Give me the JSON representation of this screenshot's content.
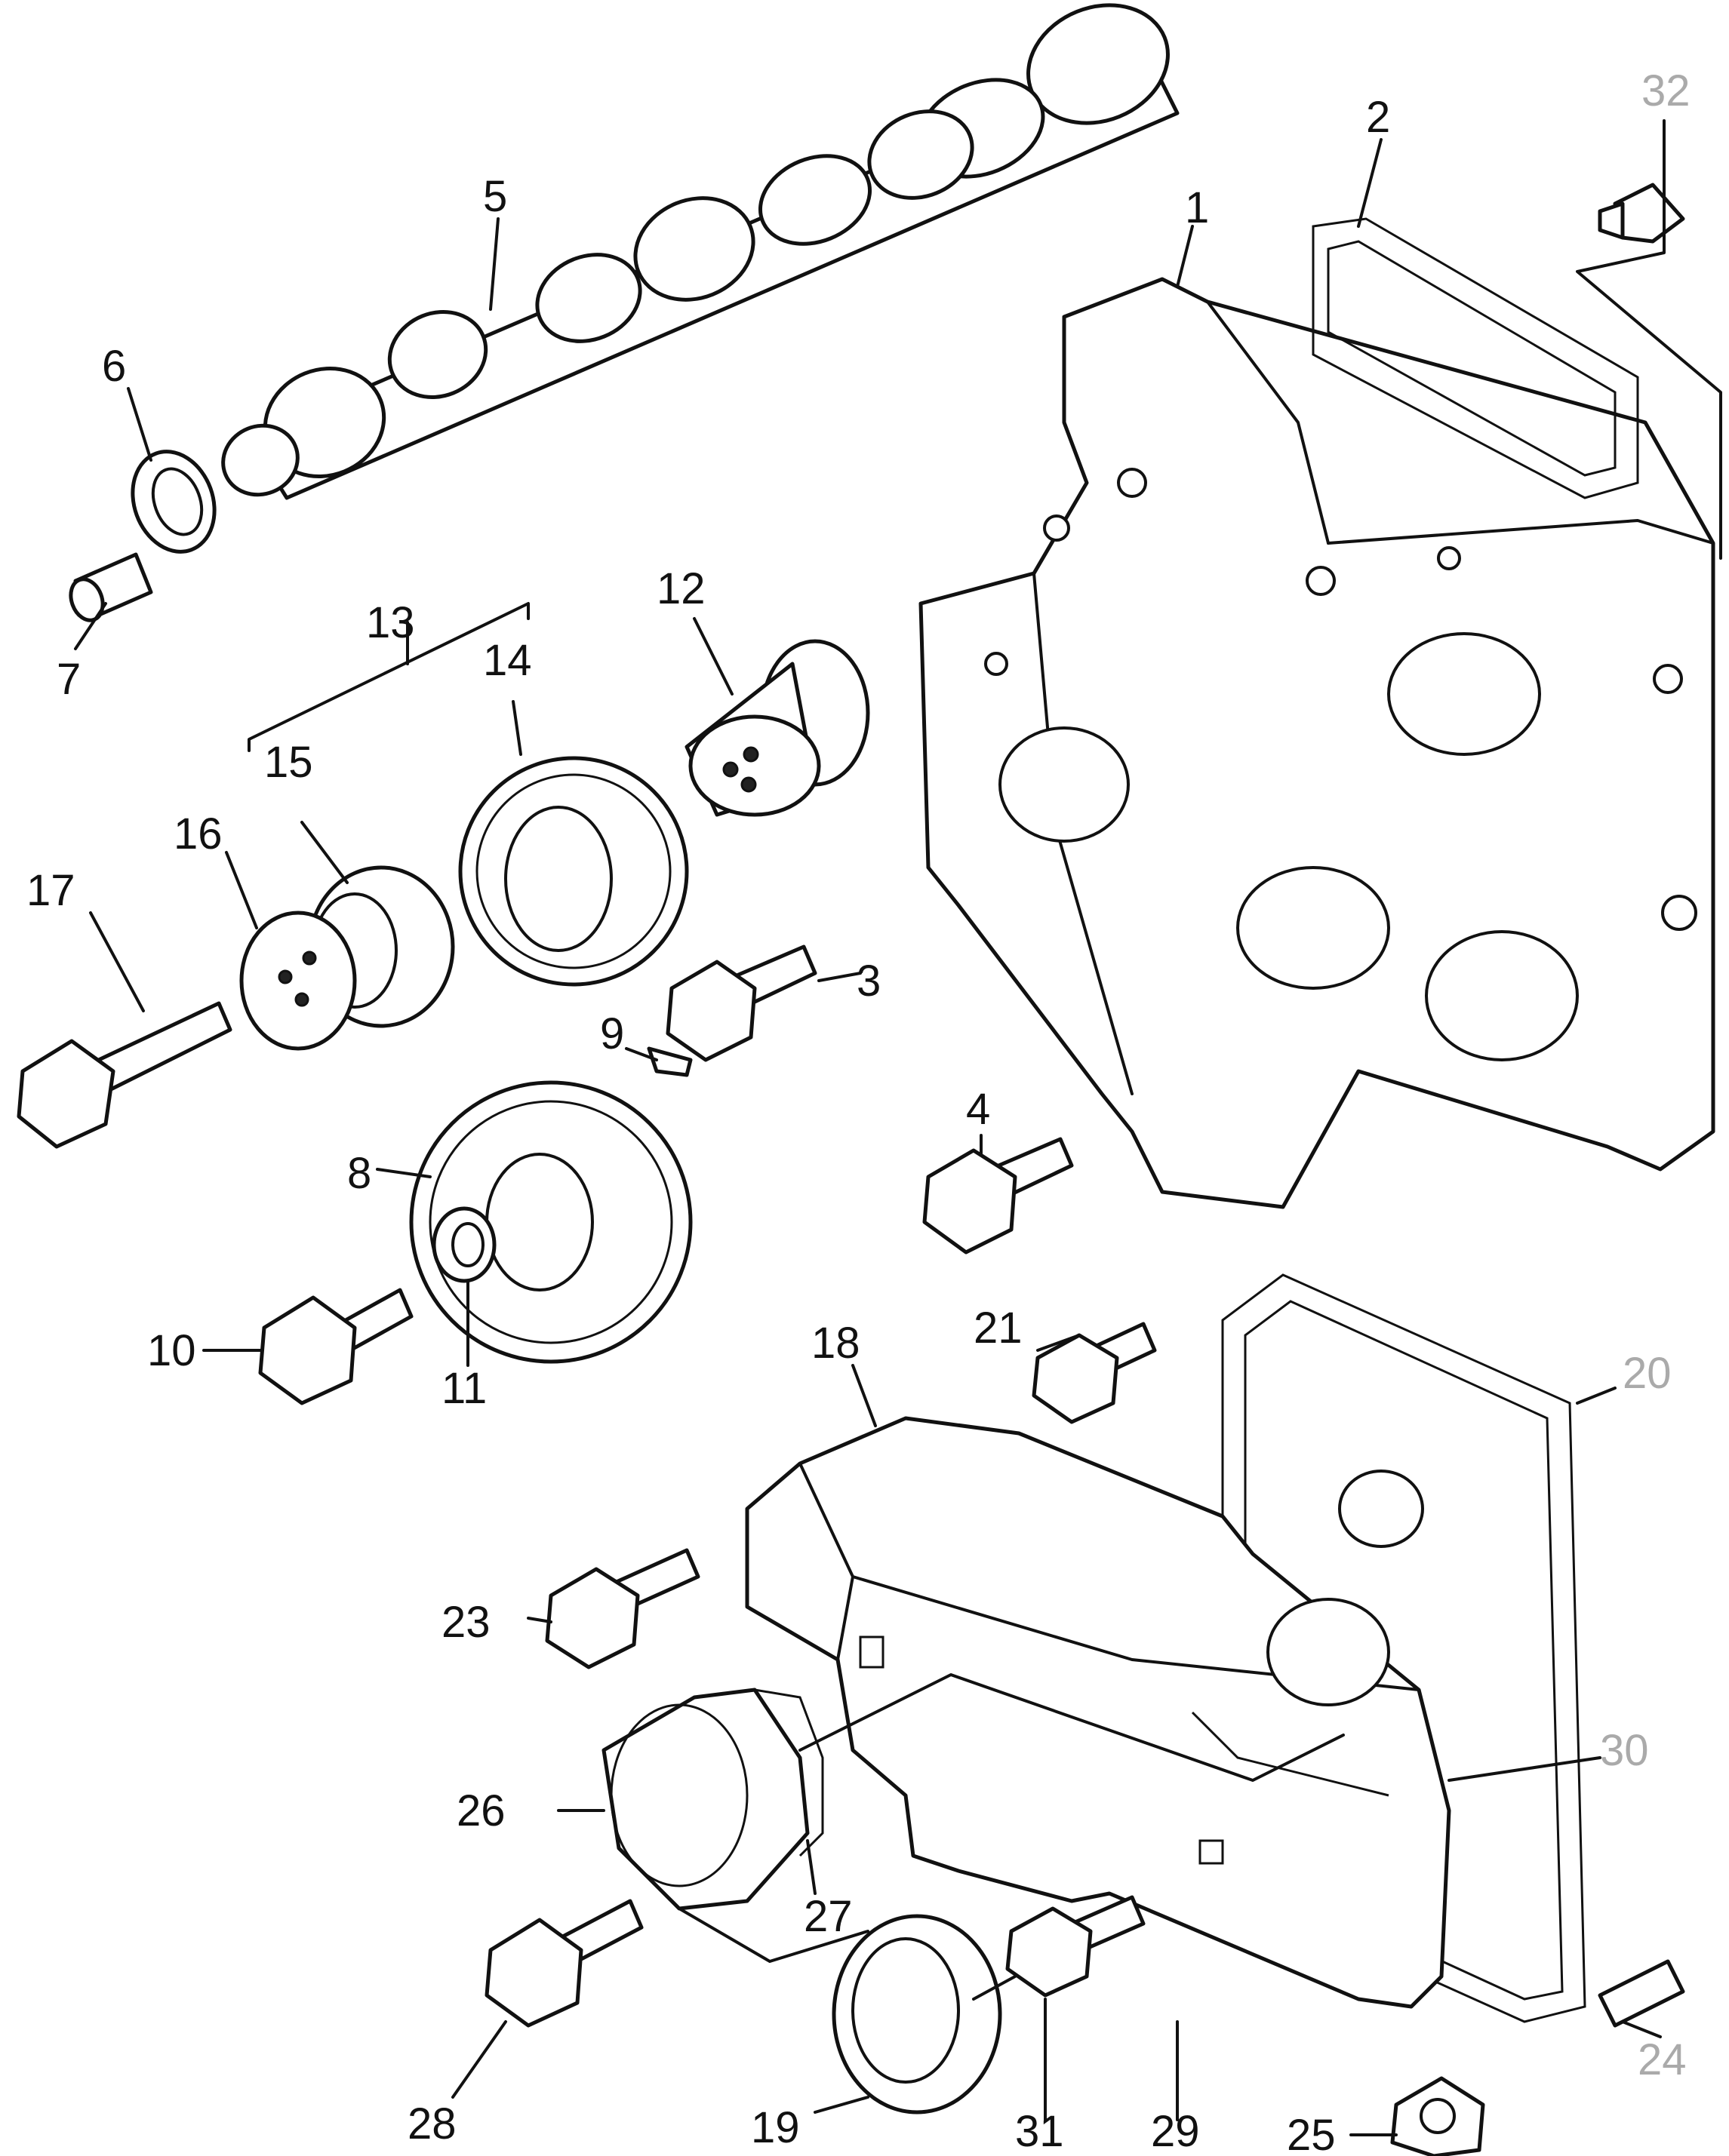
{
  "labels": {
    "l1": "1",
    "l2": "2",
    "l3": "3",
    "l4": "4",
    "l5": "5",
    "l6": "6",
    "l7": "7",
    "l8": "8",
    "l9": "9",
    "l10": "10",
    "l11": "11",
    "l12": "12",
    "l13": "13",
    "l14": "14",
    "l15": "15",
    "l16": "16",
    "l17": "17",
    "l18": "18",
    "l19": "19",
    "l20": "20",
    "l21": "21",
    "l23": "23",
    "l24": "24",
    "l25": "25",
    "l26": "26",
    "l27": "27",
    "l28": "28",
    "l29": "29",
    "l31": "31",
    "l32": "32",
    "l30": "30"
  }
}
